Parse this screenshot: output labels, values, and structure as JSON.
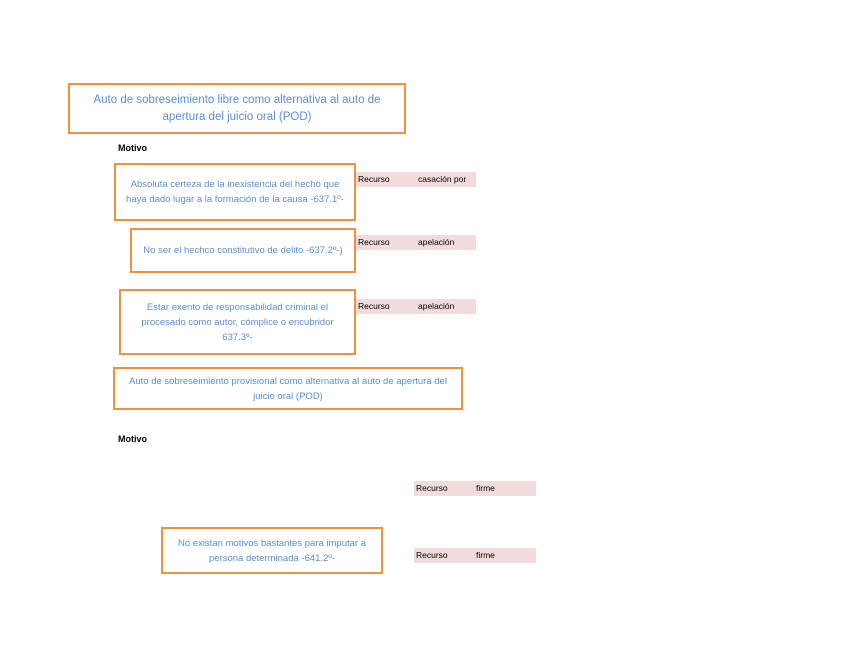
{
  "main_title": "Auto de sobreseimiento libre  como alternativa al auto de apertura del juicio oral (POD)",
  "section1_label": "Motivo",
  "motivos_libre": [
    {
      "text": "Absoluta certeza de la inexistencia del hecho que haya dado lugar a la formación de la causa -637.1º-",
      "recurso_label": "Recurso",
      "recurso_value": "casación por"
    },
    {
      "text": "No ser el hechco constitutivo de delito -637.2º-)",
      "recurso_label": "Recurso",
      "recurso_value": "apelación"
    },
    {
      "text": "Estar exento de responsabilidad criminal el procesado como autor, cómplice o encubridor 637.3º-",
      "recurso_label": "Recurso",
      "recurso_value": "apelación"
    }
  ],
  "provisional_title": "Auto de sobreseimiento provisional como alternativa al auto de apertura del juicio oral (POD)",
  "section2_label": "Motivo",
  "recurso_standalone": {
    "label": "Recurso",
    "value": "firme"
  },
  "motivo_provisional": {
    "text": "No existan motivos bastantes para imputar a persona determinada -641.2º-",
    "recurso_label": "Recurso",
    "recurso_value": "firme"
  },
  "colors": {
    "box_border": "#f0913f",
    "box_text": "#5b8fd0",
    "recurso_bg": "#f2dcdb"
  }
}
